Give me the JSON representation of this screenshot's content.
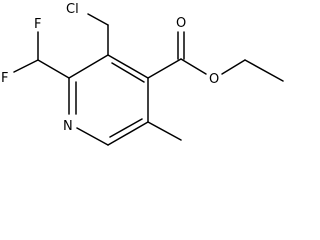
{
  "diagram": {
    "type": "chemical-structure",
    "atom_labels": {
      "chlorine": "Cl",
      "fluorine_top": "F",
      "fluorine_bottom": "F",
      "ring_nitrogen": "N",
      "carbonyl_oxygen": "O",
      "ester_oxygen": "O"
    }
  }
}
